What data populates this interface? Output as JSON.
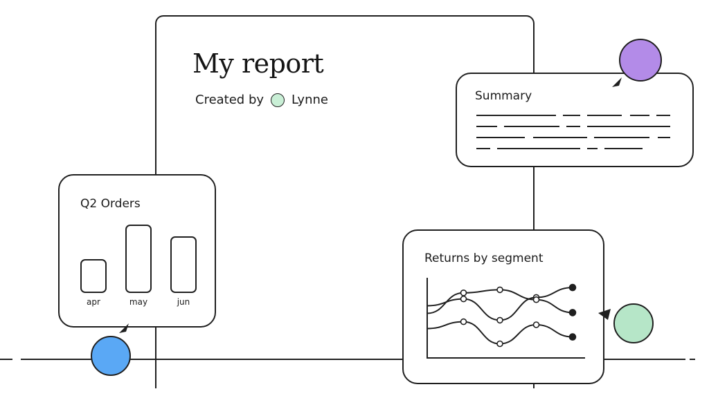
{
  "report": {
    "title": "My report",
    "created_by_label": "Created by",
    "author": "Lynne"
  },
  "summary_card": {
    "title": "Summary"
  },
  "orders_card": {
    "title": "Q2 Orders"
  },
  "returns_card": {
    "title": "Returns by segment"
  },
  "colors": {
    "author_avatar": "#c9efd6",
    "purple_dot": "#b38be8",
    "blue_dot": "#5aa8f5",
    "green_dot": "#b6e6c8",
    "stroke": "#1f1f1f",
    "dashed": "#cfcfcf"
  },
  "chart_data": [
    {
      "type": "bar",
      "categories": [
        "apr",
        "may",
        "jun"
      ],
      "values": [
        3,
        6,
        5
      ],
      "title": "Q2 Orders",
      "ylim": [
        0,
        7
      ]
    },
    {
      "type": "line",
      "title": "Returns by segment",
      "x": [
        1,
        2,
        3,
        4,
        5
      ],
      "series": [
        {
          "values": [
            6.5,
            7.4,
            4.6,
            7.6,
            8.9
          ]
        },
        {
          "values": [
            5.5,
            8.2,
            8.6,
            7.3,
            5.6
          ]
        },
        {
          "values": [
            3.5,
            4.4,
            1.5,
            4.0,
            2.4
          ]
        }
      ],
      "ylim": [
        0,
        10
      ]
    }
  ]
}
